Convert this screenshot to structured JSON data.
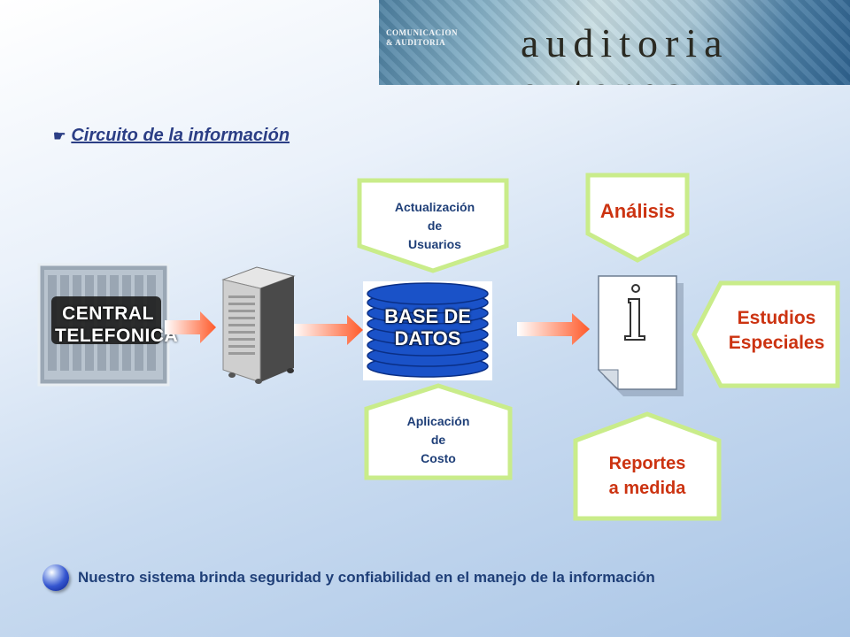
{
  "banner": {
    "small_line1": "COMUNICACION",
    "small_line2": "& AUDITORIA",
    "title": "auditoria externa"
  },
  "heading": {
    "icon": "pointing-hand-icon",
    "text": "Circuito de la información"
  },
  "nodes": {
    "central": {
      "line1": "CENTRAL",
      "line2": "TELEFONICA"
    },
    "server": {
      "icon": "server-icon"
    },
    "database": {
      "line1": "BASE DE",
      "line2": "DATOS"
    },
    "document": {
      "icon": "info-document-icon"
    }
  },
  "tags": {
    "actualizacion": {
      "line1": "Actualización",
      "line2": "de",
      "line3": "Usuarios"
    },
    "aplicacion": {
      "line1": "Aplicación",
      "line2": "de",
      "line3": "Costo"
    },
    "analisis": {
      "text": "Análisis"
    },
    "estudios": {
      "line1": "Estudios",
      "line2": "Especiales"
    },
    "reportes": {
      "line1": "Reportes",
      "line2": "a medida"
    }
  },
  "footer": {
    "icon": "blue-orb-icon",
    "text": "Nuestro sistema brinda seguridad y confiabilidad  en el manejo de la información"
  },
  "colors": {
    "tag_border": "#c9ec8a",
    "tag_text_blue": "#1f3f78",
    "tag_text_red": "#cc3311",
    "arrow": "#ff6a3d",
    "heading": "#2b3e85"
  }
}
